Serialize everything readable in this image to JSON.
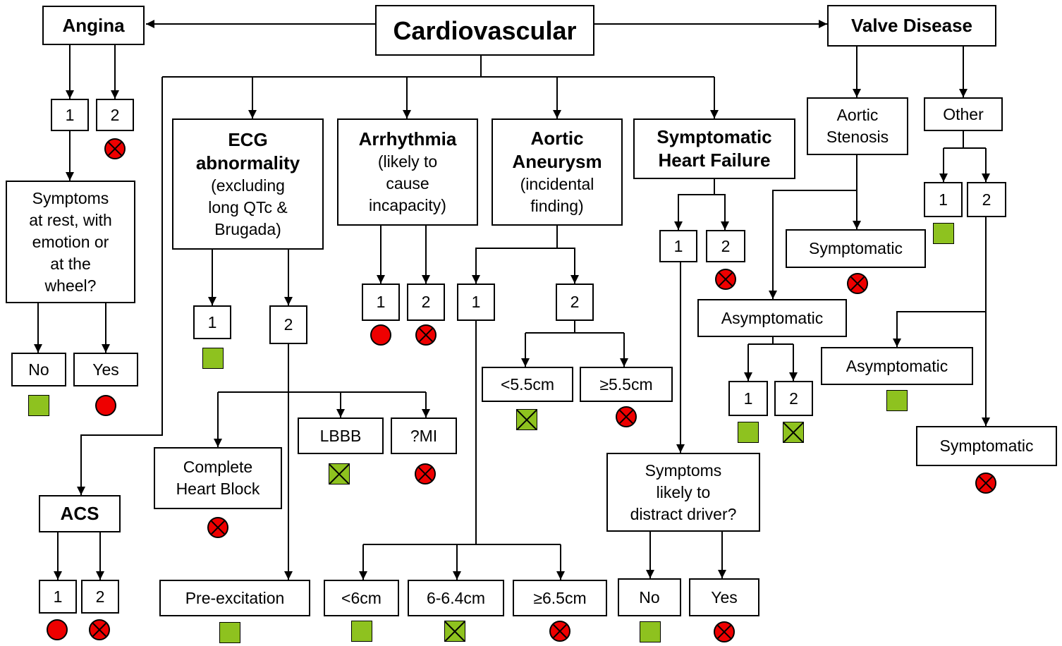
{
  "root": "Cardiovascular",
  "angina": {
    "title": "Angina",
    "g1": "1",
    "g2": "2",
    "question": "Symptoms\nat rest, with\nemotion or\nat the\nwheel?",
    "no": "No",
    "yes": "Yes"
  },
  "acs": {
    "title": "ACS",
    "g1": "1",
    "g2": "2"
  },
  "ecg": {
    "title": "ECG\nabnormality",
    "subtitle": "(excluding\nlong QTc &\nBrugada)",
    "g1": "1",
    "g2": "2",
    "chb": "Complete\nHeart Block",
    "lbbb": "LBBB",
    "mi": "?MI",
    "preexcitation": "Pre-excitation"
  },
  "arrhythmia": {
    "title": "Arrhythmia",
    "subtitle": "(likely to\ncause\nincapacity)",
    "g1": "1",
    "g2": "2"
  },
  "aneurysm": {
    "title": "Aortic\nAneurysm",
    "subtitle": "(incidental\nfinding)",
    "g1": "1",
    "g2": "2",
    "lt6": "<6cm",
    "mid": "6-6.4cm",
    "ge65": "≥6.5cm",
    "lt55": "<5.5cm",
    "ge55": "≥5.5cm"
  },
  "heart_failure": {
    "title": "Symptomatic\nHeart Failure",
    "g1": "1",
    "g2": "2",
    "question": "Symptoms\nlikely to\ndistract driver?",
    "no": "No",
    "yes": "Yes"
  },
  "valve": {
    "title": "Valve Disease",
    "aortic_stenosis": "Aortic\nStenosis",
    "as_symptomatic": "Symptomatic",
    "as_asymptomatic": "Asymptomatic",
    "as_g1": "1",
    "as_g2": "2",
    "other": "Other",
    "other_g1": "1",
    "other_g2": "2",
    "other_asymptomatic": "Asymptomatic",
    "other_symptomatic": "Symptomatic"
  },
  "colors": {
    "red": "#ee0000",
    "green": "#8ec21f"
  },
  "icons": {
    "red_circle": "red-circle-icon",
    "red_cross_circle": "red-crossed-circle-icon",
    "green_square": "green-square-icon",
    "green_cross_square": "green-crossed-square-icon"
  }
}
